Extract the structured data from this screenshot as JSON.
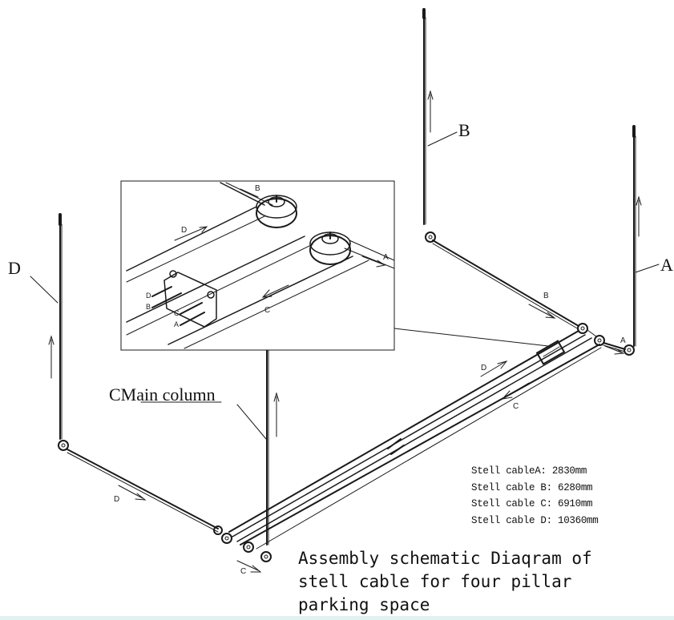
{
  "labels": {
    "a": "A",
    "b": "B",
    "d": "D",
    "main_column": "CMain column"
  },
  "inset_labels": {
    "b": "B",
    "d": "D",
    "a": "A",
    "c": "C",
    "d_small": "D",
    "b_small": "B",
    "c_small": "C",
    "a_small": "A"
  },
  "arrow_labels": {
    "b": "B",
    "a": "A",
    "d_main": "D",
    "c_main": "C",
    "d_bottom": "D",
    "c_bottom": "C"
  },
  "legend": [
    "Stell cableA: 2830mm",
    "Stell cable B: 6280mm",
    "Stell cable C: 6910mm",
    "Stell cable D: 10360mm"
  ],
  "caption": [
    "Assembly schematic Diaqram of",
    "stell cable for four pillar",
    "parking space"
  ],
  "colors": {
    "line": "#1a1a1a",
    "background": "#ffffff",
    "bottom_bar": "#e3f1f2"
  }
}
